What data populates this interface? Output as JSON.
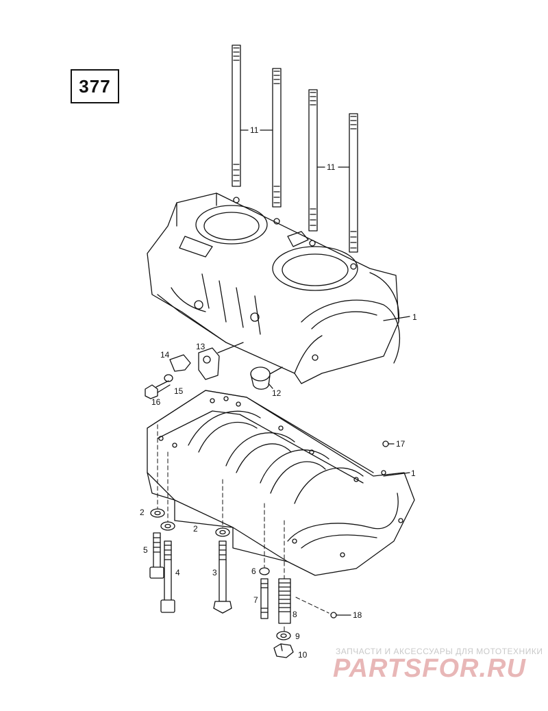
{
  "diagram": {
    "page_number": "377",
    "callouts": {
      "c11a": "11",
      "c11b": "11",
      "c1_upper": "1",
      "c13": "13",
      "c14": "14",
      "c15": "15",
      "c16": "16",
      "c12": "12",
      "c17": "17",
      "c1_lower": "1",
      "c2a": "2",
      "c2b": "2",
      "c5": "5",
      "c4": "4",
      "c3": "3",
      "c6": "6",
      "c7": "7",
      "c8": "8",
      "c18": "18",
      "c9": "9",
      "c10": "10"
    }
  },
  "watermark": {
    "subtitle": "ЗАПЧАСТИ И АКСЕССУАРЫ ДЛЯ МОТОТЕХНИКИ",
    "brand": "PARTSFOR.RU",
    "color": "#e8b7b7"
  }
}
